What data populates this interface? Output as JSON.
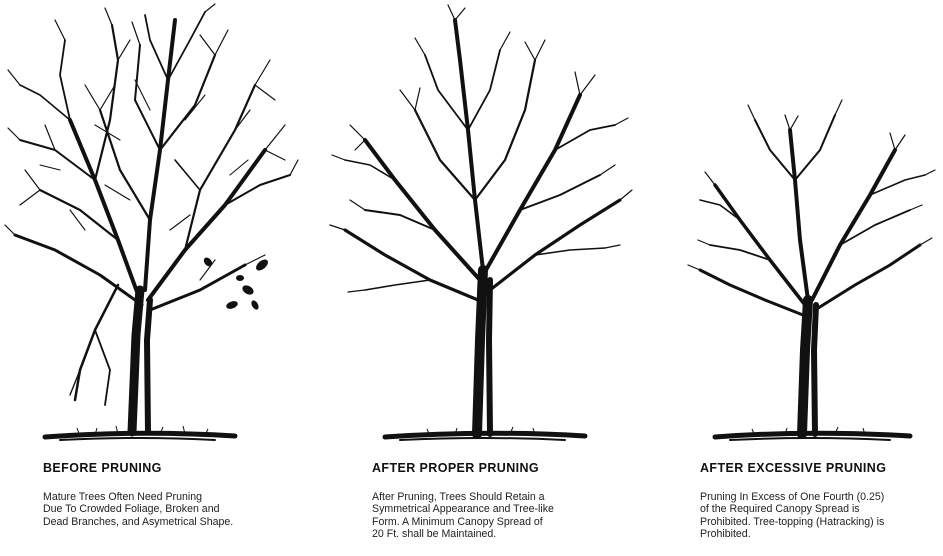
{
  "panels": [
    {
      "title": "BEFORE PRUNING",
      "lines": [
        "Mature Trees Often Need Pruning",
        "Due To Crowded Foliage, Broken and",
        "Dead Branches, and Asymetrical Shape."
      ],
      "icon": "unpruned-tree-icon"
    },
    {
      "title": "AFTER PROPER PRUNING",
      "lines": [
        "After Pruning, Trees Should Retain a",
        "Symmetrical Appearance and Tree-like",
        "Form. A Minimum Canopy Spread of",
        "20 Ft. shall be Maintained."
      ],
      "icon": "properly-pruned-tree-icon"
    },
    {
      "title": "AFTER EXCESSIVE PRUNING",
      "lines": [
        "Pruning In Excess of One Fourth (0.25)",
        "of the Required Canopy Spread is",
        "Prohibited. Tree-topping (Hatracking) is",
        "Prohibited."
      ],
      "icon": "over-pruned-tree-icon"
    }
  ],
  "colors": {
    "ink": "#111111",
    "background": "#ffffff"
  }
}
